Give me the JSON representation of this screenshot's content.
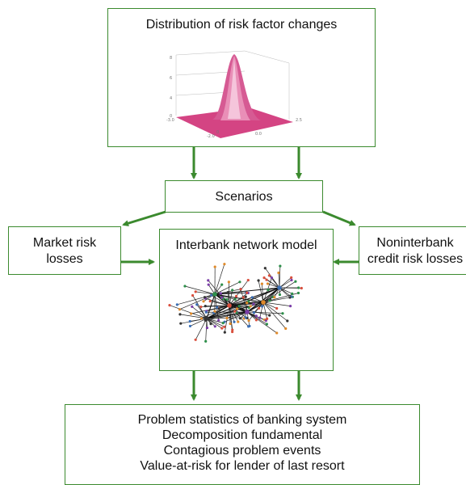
{
  "boxes": {
    "distribution": {
      "title": "Distribution of risk factor changes"
    },
    "scenarios": {
      "title": "Scenarios"
    },
    "market_risk": {
      "line1": "Market risk",
      "line2": "losses"
    },
    "network": {
      "title": "Interbank network model"
    },
    "noninterbank": {
      "line1": "Noninterbank",
      "line2": "credit risk losses"
    },
    "results": {
      "lines": [
        "Problem statistics of banking system",
        "Decomposition fundamental",
        "Contagious problem events",
        "Value-at-risk for lender of last resort"
      ]
    }
  },
  "colors": {
    "box_border": "#3b8a2e",
    "arrow": "#3b8a2e",
    "surface": "#d23a7c"
  },
  "icons": {
    "surface_plot": "3d-bell-surface-icon",
    "network_graph": "network-graph-icon"
  }
}
